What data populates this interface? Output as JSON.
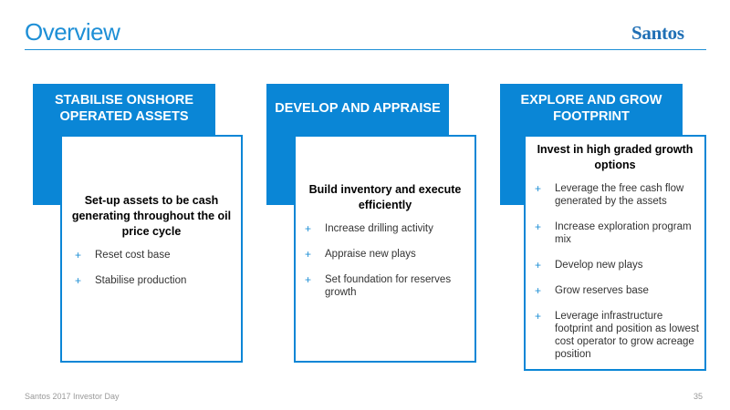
{
  "header": {
    "title": "Overview",
    "logo": "Santos"
  },
  "pillars": [
    {
      "title": "STABILISE ONSHORE OPERATED ASSETS",
      "heading": "Set-up assets to be cash generating throughout the oil price cycle",
      "items": [
        "Reset cost base",
        "Stabilise production"
      ]
    },
    {
      "title": "DEVELOP AND APPRAISE",
      "heading": "Build inventory and execute efficiently",
      "items": [
        "Increase drilling activity",
        "Appraise new plays",
        "Set foundation for reserves growth"
      ]
    },
    {
      "title": "EXPLORE AND GROW FOOTPRINT",
      "heading": "Invest in high graded growth options",
      "items": [
        "Leverage the free cash flow generated by the assets",
        "Increase exploration program mix",
        "Develop new plays",
        "Grow reserves base",
        "Leverage infrastructure footprint and position as lowest cost operator to grow acreage position"
      ]
    }
  ],
  "footer": {
    "left": "Santos 2017 Investor Day",
    "page": "35"
  },
  "colors": {
    "accent": "#0a86d6",
    "title": "#1e8fd6",
    "logo": "#1f6fb5"
  },
  "icons": {
    "bullet": "plus-icon"
  }
}
